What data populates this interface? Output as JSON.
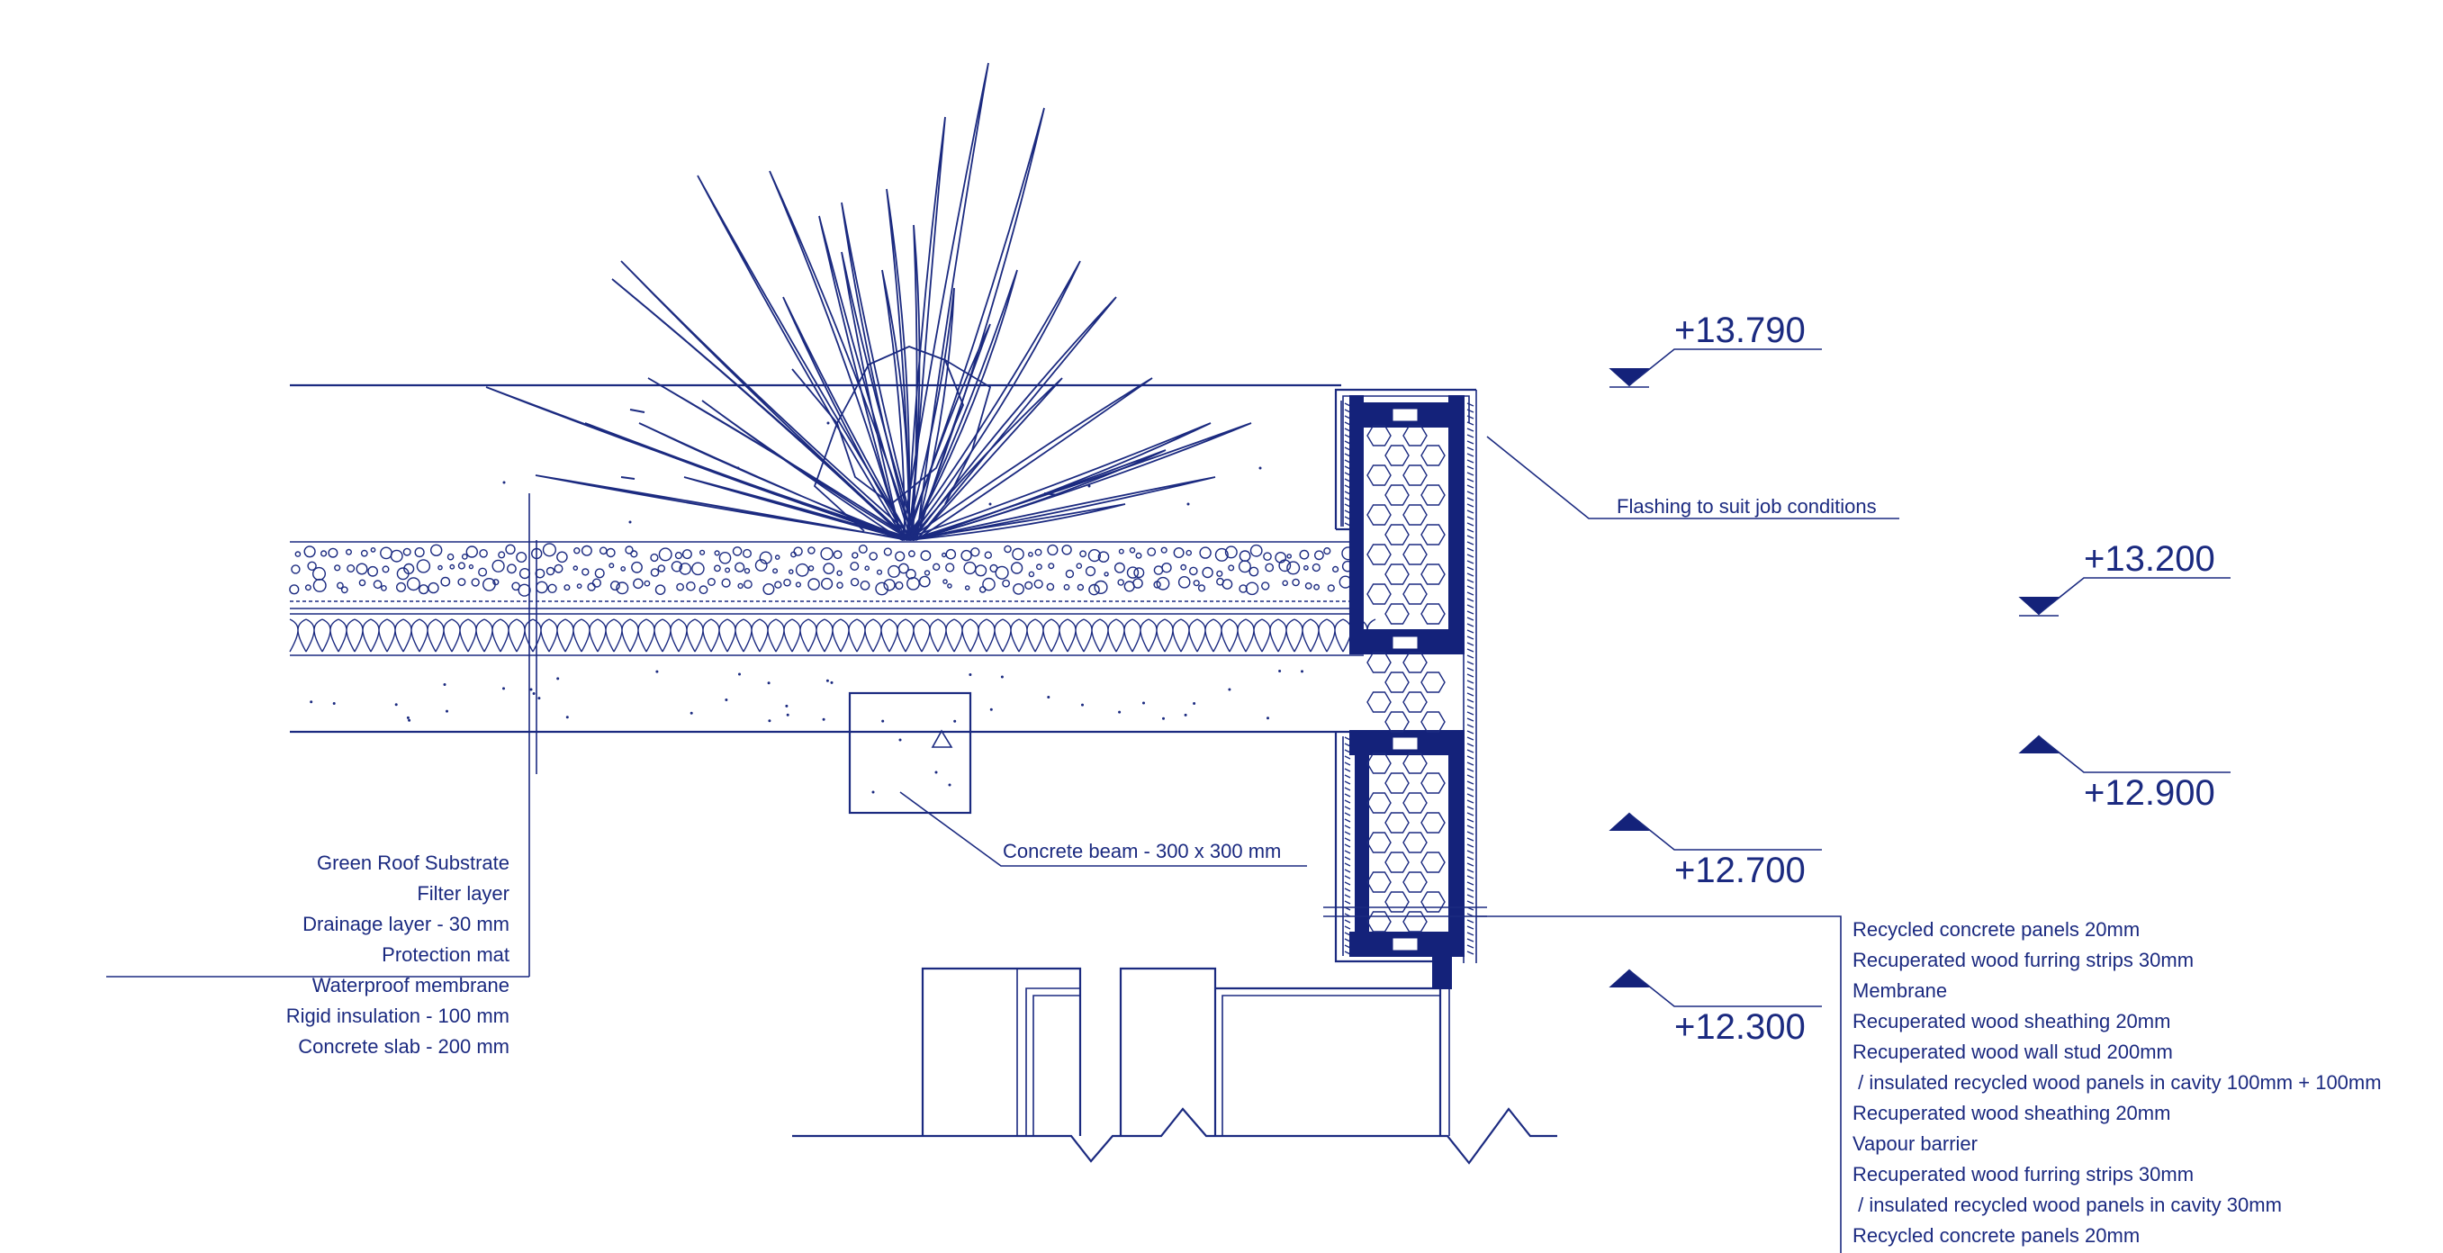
{
  "colors": {
    "ink": "#1b2a80",
    "ink_dark": "#14227a",
    "background": "#ffffff"
  },
  "levels": [
    "+13.790",
    "+13.200",
    "+12.900",
    "+12.700",
    "+12.300"
  ],
  "roof_layers": [
    "Green Roof Substrate",
    "Filter layer",
    "Drainage layer - 30 mm",
    "Protection mat",
    "Waterproof membrane",
    "Rigid insulation - 100 mm",
    "Concrete slab - 200 mm"
  ],
  "beam_label": "Concrete beam - 300 x 300 mm",
  "flashing_label": "Flashing to suit job conditions",
  "wall_layers": [
    "Recycled concrete panels 20mm",
    "Recuperated wood furring strips 30mm",
    "Membrane",
    "Recuperated wood sheathing 20mm",
    "Recuperated wood wall stud 200mm",
    " / insulated recycled wood panels in cavity 100mm + 100mm",
    "Recuperated wood sheathing 20mm",
    "Vapour barrier",
    "Recuperated wood furring strips 30mm",
    " / insulated recycled wood panels in cavity 30mm",
    "Recycled concrete panels 20mm"
  ]
}
